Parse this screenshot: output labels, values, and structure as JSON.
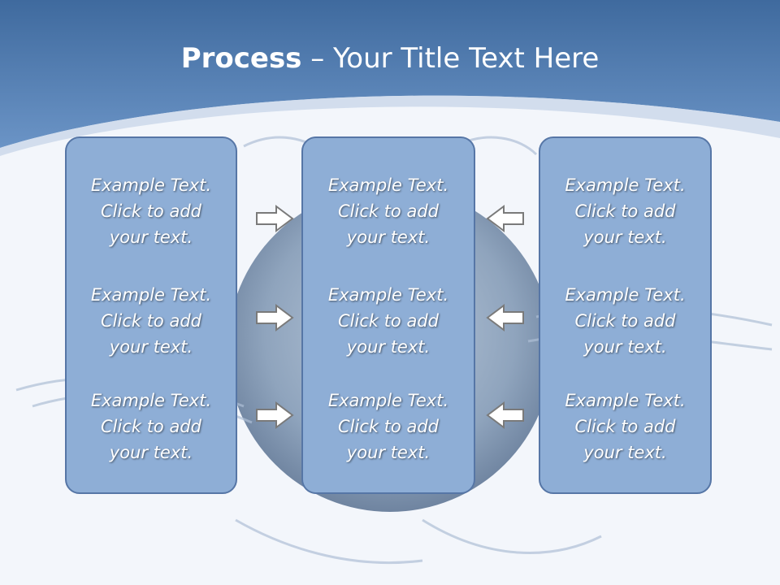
{
  "title": {
    "bold": "Process",
    "rest": " – Your Title Text Here"
  },
  "columns": [
    {
      "items": [
        {
          "line1": "Example Text.",
          "line2": "Click  to add",
          "line3": "your text."
        },
        {
          "line1": "Example Text.",
          "line2": "Click  to add",
          "line3": "your text."
        },
        {
          "line1": "Example Text.",
          "line2": "Click  to add",
          "line3": "your text."
        }
      ]
    },
    {
      "items": [
        {
          "line1": "Example Text.",
          "line2": "Click  to add",
          "line3": "your text."
        },
        {
          "line1": "Example Text.",
          "line2": "Click  to add",
          "line3": "your text."
        },
        {
          "line1": "Example Text.",
          "line2": "Click  to add",
          "line3": "your text."
        }
      ]
    },
    {
      "items": [
        {
          "line1": "Example Text.",
          "line2": "Click  to add",
          "line3": "your text."
        },
        {
          "line1": "Example Text.",
          "line2": "Click  to add",
          "line3": "your text."
        },
        {
          "line1": "Example Text.",
          "line2": "Click  to add",
          "line3": "your text."
        }
      ]
    }
  ],
  "colors": {
    "header": "#5b86bd",
    "box": "#8eaed6",
    "box_border": "#5676a6",
    "arrow_fill": "#ffffff",
    "arrow_stroke": "#7a7a7a"
  },
  "icons": {
    "left_arrows": "arrow-right-icon",
    "right_arrows": "arrow-left-icon"
  }
}
